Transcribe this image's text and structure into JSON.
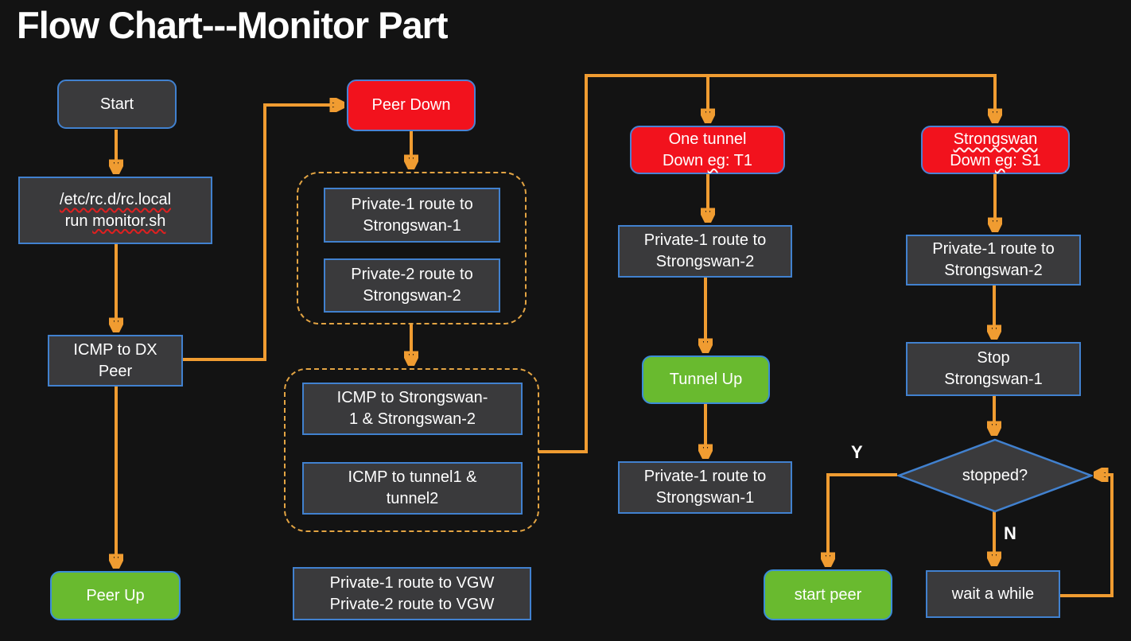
{
  "title": "Flow Chart---Monitor Part",
  "colors": {
    "background": "#131313",
    "box_fill": "#3a3a3c",
    "box_border": "#4181cf",
    "red_fill": "#f2121d",
    "green_fill": "#69ba2f",
    "arrow": "#f09c31",
    "dashed_border": "#e3a443",
    "text": "#ffffff"
  },
  "nodes": {
    "start": {
      "label": "Start"
    },
    "rc_local": {
      "line1": "/etc/rc.d/rc.local",
      "run": "run",
      "script": "monitor.sh"
    },
    "icmp_dx": {
      "line1": "ICMP to DX",
      "line2": "Peer"
    },
    "peer_up": {
      "label": "Peer Up"
    },
    "peer_down": {
      "label": "Peer Down"
    },
    "private1_sw1": {
      "line1": "Private-1 route to",
      "line2": "Strongswan-1"
    },
    "private2_sw2": {
      "line1": "Private-2 route to",
      "line2": "Strongswan-2"
    },
    "icmp_strongswan": {
      "line1": "ICMP to Strongswan-",
      "line2": "1 & Strongswan-2"
    },
    "icmp_tunnel": {
      "line1": "ICMP to tunnel1 &",
      "line2": "tunnel2"
    },
    "vgw": {
      "line1": "Private-1 route to VGW",
      "line2": "Private-2 route to VGW"
    },
    "one_tunnel_down": {
      "line1": "One tunnel",
      "down": "Down",
      "eg": "eg",
      "suffix": ": T1"
    },
    "mid_private1_sw2": {
      "line1": "Private-1 route to",
      "line2": "Strongswan-2"
    },
    "tunnel_up": {
      "label": "Tunnel Up"
    },
    "mid_private1_sw1": {
      "line1": "Private-1 route to",
      "line2": "Strongswan-1"
    },
    "strongswan_down": {
      "line1": "Strongswan",
      "down": "Down",
      "eg": "eg",
      "suffix": ": S1"
    },
    "right_private1_sw2": {
      "line1": "Private-1 route to",
      "line2": "Strongswan-2"
    },
    "stop_strongswan": {
      "line1": "Stop",
      "line2": "Strongswan-1"
    },
    "stopped": {
      "label": "stopped?"
    },
    "start_peer": {
      "label": "start peer"
    },
    "wait_a_while": {
      "label": "wait a while"
    }
  },
  "edge_labels": {
    "yes": "Y",
    "no": "N"
  }
}
